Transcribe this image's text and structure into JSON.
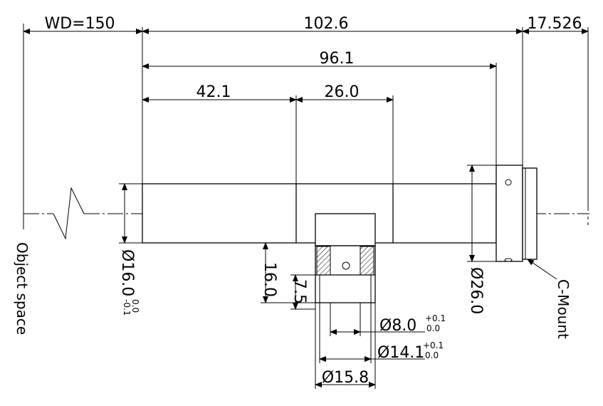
{
  "dimensions": {
    "wd": "WD=150",
    "overall_length": "102.6",
    "flange_distance": "17.526",
    "length_96": "96.1",
    "length_42": "42.1",
    "length_26": "26.0",
    "port_height": "16.0",
    "port_depth": "7.5",
    "dia_body": "Ø16.0",
    "dia_body_tol_upper": "0.0",
    "dia_body_tol_lower": "-0.1",
    "dia_flange": "Ø26.0",
    "dia_port_inner": "Ø8.0",
    "dia_port_inner_tol_upper": "+0.1",
    "dia_port_inner_tol_lower": "0.0",
    "dia_port_mid": "Ø14.1",
    "dia_port_mid_tol_upper": "+0.1",
    "dia_port_mid_tol_lower": "0.0",
    "dia_port_outer": "Ø15.8"
  },
  "labels": {
    "object_space": "Object space",
    "c_mount": "C-Mount"
  }
}
